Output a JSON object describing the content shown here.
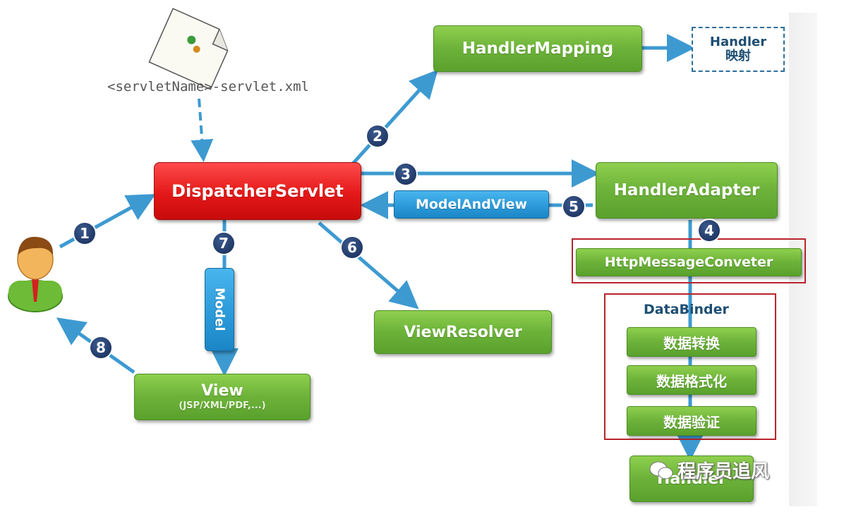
{
  "file_label": "<servletName>-servlet.xml",
  "boxes": {
    "dispatcher": "DispatcherServlet",
    "handler_mapping": "HandlerMapping",
    "handler_adapter": "HandlerAdapter",
    "view_resolver": "ViewResolver",
    "view_title": "View",
    "view_subtitle": "(JSP/XML/PDF,...)",
    "handler_map_line1": "Handler",
    "handler_map_line2": "映射",
    "model_and_view": "ModelAndView",
    "model": "Model",
    "http_converter": "HttpMessageConveter",
    "data_binder": "DataBinder",
    "data_convert": "数据转换",
    "data_format": "数据格式化",
    "data_validate": "数据验证",
    "handler_bottom": "Handler"
  },
  "badges": [
    "1",
    "2",
    "3",
    "4",
    "5",
    "6",
    "7",
    "8"
  ],
  "watermark": "程序员追风"
}
